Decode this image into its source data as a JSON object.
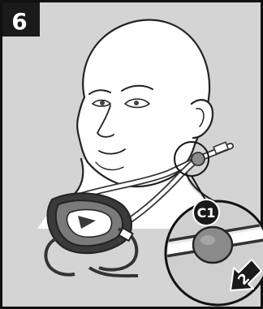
{
  "step": {
    "number": "6"
  },
  "callout": {
    "label": "C1"
  },
  "arrow": {
    "number": "2"
  },
  "colors": {
    "background": "#d4d4d4",
    "frame": "#111111",
    "badge": "#1a1a1a",
    "skin": "#ffffff",
    "mask_cushion": "#7a7a7a",
    "mask_shell": "#3a3a3a",
    "magnifier_fill": "#cfcfcf",
    "ball_joint": "#8a8a8a"
  },
  "icons": [
    "step-badge",
    "head-illustration",
    "mask-illustration",
    "headgear-strap",
    "callout-circle",
    "magnifier-detail",
    "push-arrow-icon"
  ]
}
